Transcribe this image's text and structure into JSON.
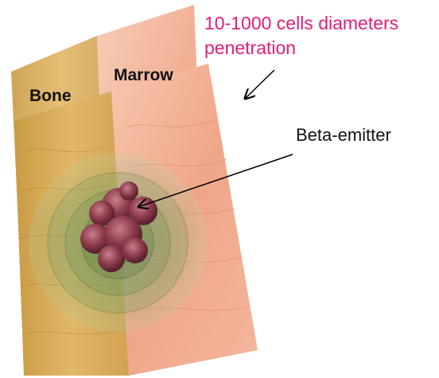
{
  "labels": {
    "penetration": "10-1000 cells diameters penetration",
    "marrow": "Marrow",
    "bone": "Bone",
    "beta_emitter": "Beta-emitter"
  },
  "colors": {
    "penetration_text": "#e21e78",
    "bone_tissue": "#d6a84e",
    "marrow_tissue": "#f1a58c",
    "radiation_ring": "#93b583",
    "cell_cluster": "#8c3a4a",
    "arrow": "#000000"
  },
  "radiation_rings": 5
}
